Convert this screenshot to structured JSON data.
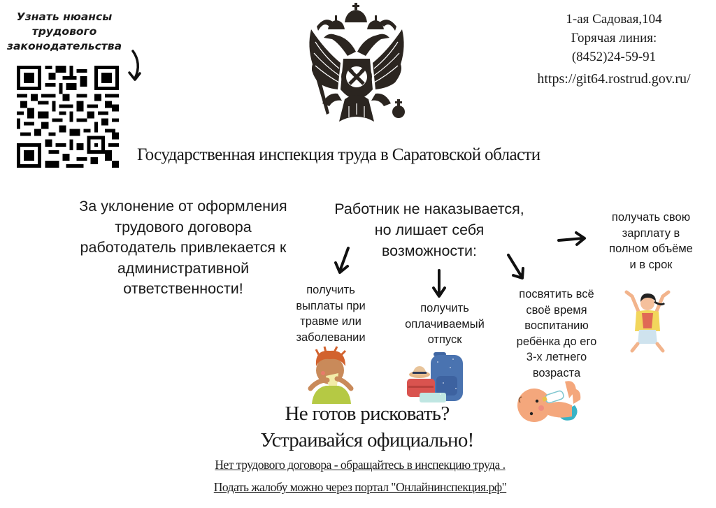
{
  "qr_block": {
    "caption_lines": [
      "Узнать нюансы",
      "трудового",
      "законодательства"
    ],
    "icon": "qr-code-icon",
    "arrow": "curved-arrow-down-icon"
  },
  "contacts": {
    "address": "1-ая Садовая,104",
    "hotline_label": "Горячая линия:",
    "phone": "(8452)24-59-91",
    "website": "https://git64.rostrud.gov.ru/"
  },
  "emblem": {
    "icon": "coat-of-arms-icon"
  },
  "organization": {
    "title": "Государственная инспекция труда в Саратовской области"
  },
  "employer_notice": {
    "lines": [
      "За уклонение от оформления",
      "трудового договора",
      "работодатель привлекается к",
      "административной",
      "ответственности!"
    ]
  },
  "worker_notice": {
    "lines": [
      "Работник не наказывается,",
      "но лишает себя",
      "возможности:"
    ]
  },
  "opportunities": [
    {
      "lines": [
        "получить",
        "выплаты при",
        "травме или",
        "заболевании"
      ],
      "illustration": "sick-boy-icon"
    },
    {
      "lines": [
        "получить",
        "оплачиваемый",
        "отпуск"
      ],
      "illustration": "luggage-icon"
    },
    {
      "lines": [
        "посвятить всё",
        "своё время",
        "воспитанию",
        "ребёнка до его",
        "3-х летнего",
        "возраста"
      ],
      "illustration": "baby-icon"
    },
    {
      "lines": [
        "получать свою",
        "зарплату в",
        "полном объёме",
        "и в срок"
      ],
      "illustration": "happy-woman-icon"
    }
  ],
  "slogan": {
    "line1": "Не готов рисковать?",
    "line2": "Устраивайся официально!"
  },
  "footer_links": [
    "Нет трудового договора - обращайтесь в  инспекцию труда .",
    "Подать жалобу можно через портал \"Онлайнинспекция.рф\""
  ],
  "colors": {
    "text": "#1a1a1a",
    "emblem": "#2b2520",
    "skin": "#f4a77c",
    "suitcase_blue": "#4a73b0",
    "suitcase_red": "#d9534f",
    "shirt_green": "#b5c944",
    "jacket_yellow": "#f2d65c",
    "diaper_teal": "#39b3c6"
  }
}
